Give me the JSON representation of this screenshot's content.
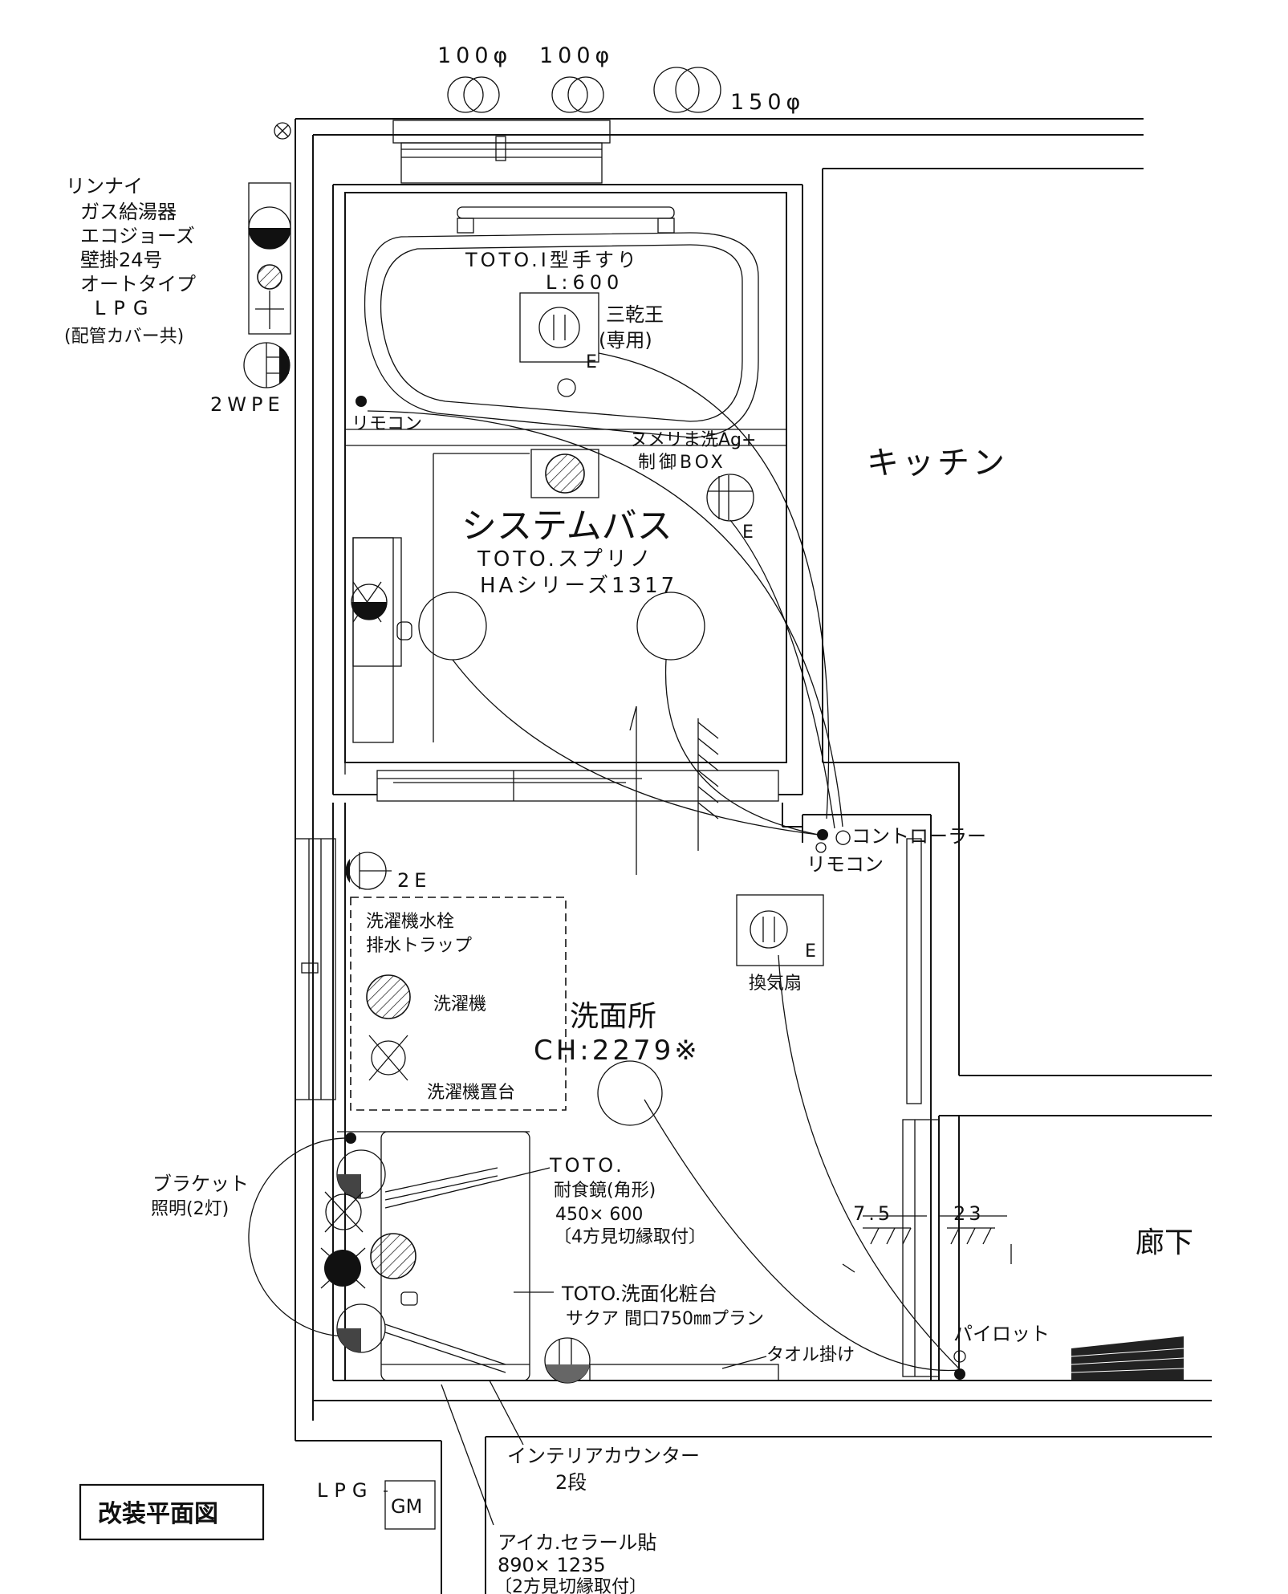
{
  "pipes": {
    "p1": "100φ",
    "p2": "100φ",
    "p3": "150φ"
  },
  "heater": {
    "line1": "リンナイ",
    "line2": "ガス給湯器",
    "line3": "エコジョーズ",
    "line4": "壁掛24号",
    "line5": "オートタイプ",
    "line6": "LPG",
    "line7": "(配管カバー共)"
  },
  "outlet_2wpe": "2WPE",
  "bath": {
    "handrail_1": "TOTO.I型手すり",
    "handrail_2": "L:600",
    "dryer_1": "三乾王",
    "dryer_2": "(専用)",
    "e_mark": "E",
    "remote": "リモコン",
    "numeri_1": "ヌメリま洗Ag+",
    "numeri_2": "制御BOX",
    "e_mark_2": "E",
    "name": "システムバス",
    "model_1": "TOTO.スプリノ",
    "model_2": "HAシリーズ1317"
  },
  "kitchen": "キッチン",
  "controller": "○コントローラー",
  "remote2": "リモコン",
  "outlet_2e": "2E",
  "laundry": {
    "faucet": "洗濯機水栓",
    "trap": "排水トラップ",
    "machine": "洗濯機",
    "stand": "洗濯機置台"
  },
  "fan": {
    "e": "E",
    "label": "換気扇"
  },
  "washroom": {
    "name": "洗面所",
    "ch": "CH:2279※"
  },
  "bracket": {
    "line1": "ブラケット",
    "line2": "照明(2灯)"
  },
  "mirror": {
    "line1": "TOTO.",
    "line2": "耐食鏡(角形)",
    "line3": "450× 600",
    "line4": "〔4方見切縁取付〕"
  },
  "dims": {
    "d1": "7.5",
    "d2": "23"
  },
  "corridor": "廊下",
  "vanity": {
    "line1": "TOTO.洗面化粧台",
    "line2": "サクア 間口750㎜プラン"
  },
  "towel": "タオル掛け",
  "pilot": "パイロット",
  "counter": {
    "line1": "インテリアカウンター",
    "line2": "2段"
  },
  "lpg": "LPG",
  "gm": "GM",
  "panel": {
    "line1": "アイカ.セラール貼",
    "line2": "890× 1235",
    "line3": "〔2方見切縁取付〕"
  },
  "title": "改装平面図"
}
